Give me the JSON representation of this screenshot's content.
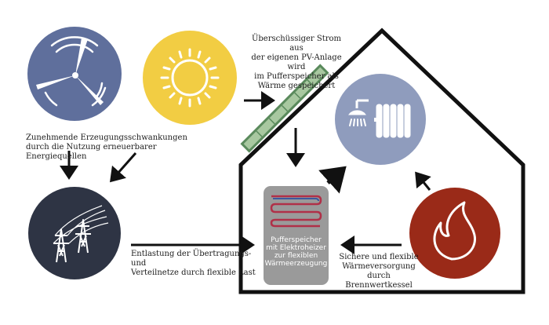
{
  "labels": {
    "pv_surplus": "Überschüssiger Strom aus\nder eigenen PV-Anlage wird\nim Pufferspeicher als\nWärme gespeichert",
    "fluctuations": "Zunehmende Erzeugungsschwankungen\ndurch die Nutzung erneuerbarer Energiequellen",
    "grid_relief": "Entlastung der Übertragungs- und\nVerteilnetze durch flexible Last",
    "heat_supply": "Sichere und flexible\nWärmeversorgung\ndurch Brennwertkessel",
    "buffer_tank": "Pufferspeicher\nmit Elektroheizer\nzur flexiblen\nWärmeerzeugung"
  },
  "icons": {
    "wind": "wind-turbine-icon",
    "sun": "sun-icon",
    "solar": "solar-panel-icon",
    "grid": "power-pylon-icon",
    "heating": "shower-radiator-icon",
    "boiler": "flame-icon",
    "tank": "buffer-tank-icon"
  },
  "colors": {
    "wind_circle": "#5f6f9c",
    "sun_circle": "#f2cd43",
    "grid_circle": "#2e3444",
    "heat_circle": "#8f9cbd",
    "boiler_circle": "#9a2a18",
    "panel": "#5a8a5c",
    "tank": "#9a9a9a",
    "house": "#111111"
  }
}
